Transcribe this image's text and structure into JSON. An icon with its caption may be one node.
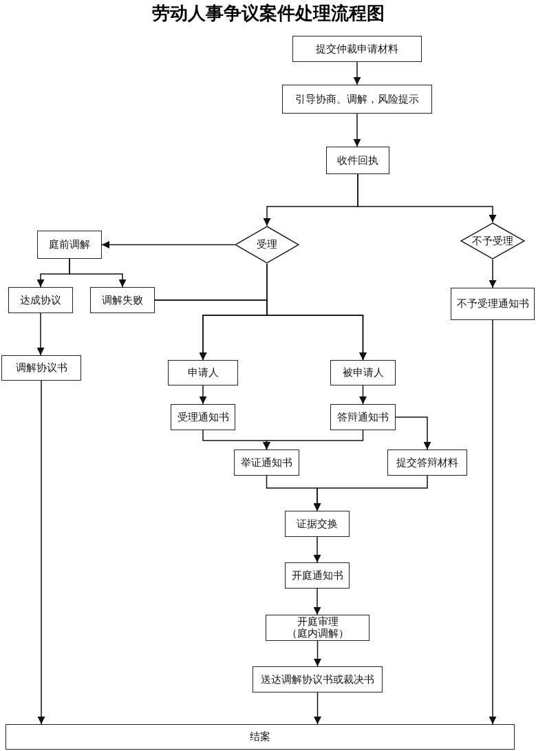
{
  "diagram": {
    "title": "劳动人事争议案件处理流程图",
    "nodes": [
      {
        "text": [
          "提交仲裁申请材料"
        ]
      },
      {
        "text": [
          "引导协商、调解，风险提示"
        ]
      },
      {
        "text": [
          "收件回执"
        ]
      },
      {
        "text": [
          "受理"
        ]
      },
      {
        "text": [
          "不予受理"
        ]
      },
      {
        "text": [
          "庭前调解"
        ]
      },
      {
        "text": [
          "达成协议"
        ]
      },
      {
        "text": [
          "调解失败"
        ]
      },
      {
        "text": [
          "不予受理通知书"
        ]
      },
      {
        "text": [
          "调解协议书"
        ]
      },
      {
        "text": [
          "申请人"
        ]
      },
      {
        "text": [
          "被申请人"
        ]
      },
      {
        "text": [
          "受理通知书"
        ]
      },
      {
        "text": [
          "答辩通知书"
        ]
      },
      {
        "text": [
          "举证通知书"
        ]
      },
      {
        "text": [
          "提交答辩材料"
        ]
      },
      {
        "text": [
          "证据交换"
        ]
      },
      {
        "text": [
          "开庭通知书"
        ]
      },
      {
        "text": [
          "开庭审理（庭内调解）"
        ]
      },
      {
        "text": [
          "送达调解协议书或裁决书"
        ]
      },
      {
        "text": [
          "结案"
        ]
      }
    ],
    "edges": [
      {
        "from": 0,
        "to": 1,
        "arrow": "to"
      },
      {
        "from": 1,
        "to": 2,
        "arrow": "to"
      },
      {
        "from": 2,
        "to": 3,
        "arrow": "to"
      },
      {
        "from": 2,
        "to": 4,
        "arrow": "to"
      },
      {
        "from": 3,
        "to": 5,
        "arrow": "to"
      },
      {
        "from": 5,
        "to": 6,
        "arrow": "to"
      },
      {
        "from": 5,
        "to": 7,
        "arrow": "to"
      },
      {
        "from": 7,
        "to": 10,
        "arrow": "to"
      },
      {
        "from": 7,
        "to": 11,
        "arrow": "to"
      },
      {
        "from": 3,
        "to": 10,
        "arrow": "to"
      },
      {
        "from": 3,
        "to": 11,
        "arrow": "to"
      },
      {
        "from": 4,
        "to": 8,
        "arrow": "to"
      },
      {
        "from": 6,
        "to": 9,
        "arrow": "to"
      },
      {
        "from": 9,
        "to": 20,
        "arrow": "to"
      },
      {
        "from": 10,
        "to": 12,
        "arrow": "to"
      },
      {
        "from": 11,
        "to": 13,
        "arrow": "to"
      },
      {
        "from": 12,
        "to": 14,
        "arrow": "to"
      },
      {
        "from": 13,
        "to": 14,
        "arrow": "to"
      },
      {
        "from": 13,
        "to": 15,
        "arrow": "to"
      },
      {
        "from": 14,
        "to": 16,
        "arrow": "to"
      },
      {
        "from": 15,
        "to": 16,
        "arrow": "to"
      },
      {
        "from": 16,
        "to": 17,
        "arrow": "to"
      },
      {
        "from": 17,
        "to": 18,
        "arrow": "to"
      },
      {
        "from": 18,
        "to": 19,
        "arrow": "to"
      },
      {
        "from": 19,
        "to": 20,
        "arrow": "to"
      },
      {
        "from": 8,
        "to": 20,
        "arrow": "to"
      }
    ]
  }
}
